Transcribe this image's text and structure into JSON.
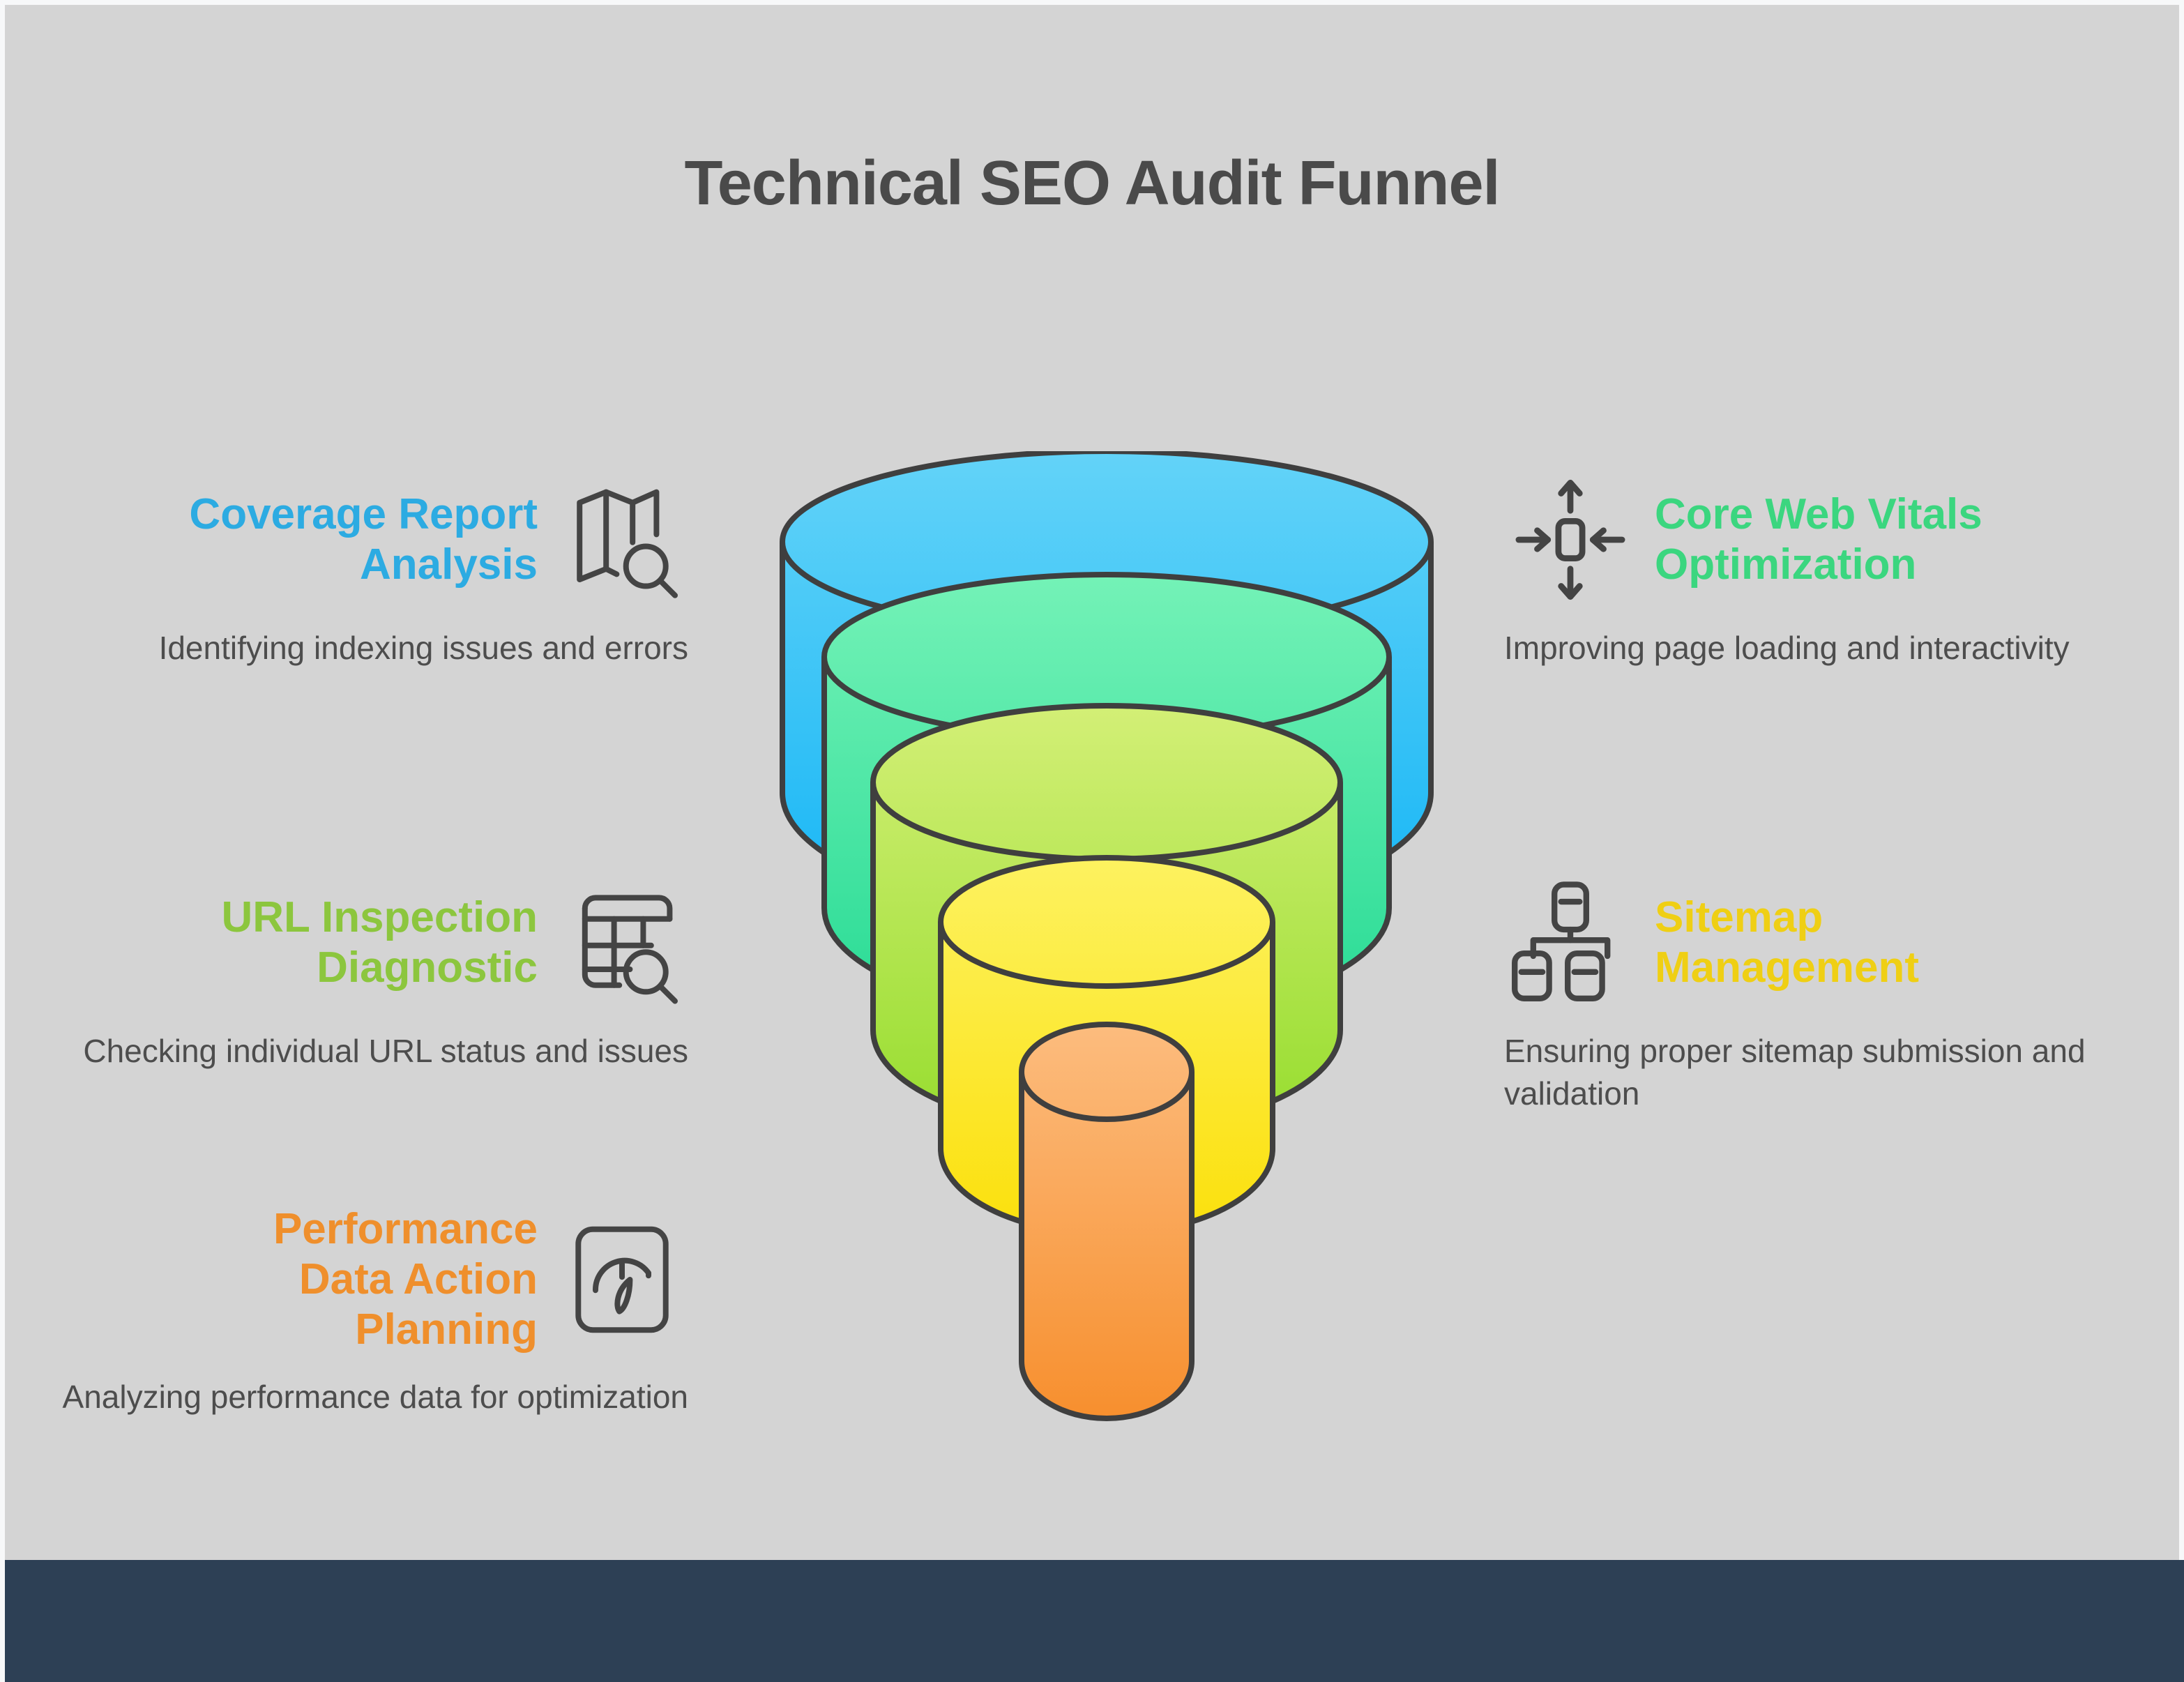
{
  "page": {
    "title": "Technical SEO Audit Funnel",
    "background": "#d4d4d4",
    "footer_color": "#2d4055",
    "title_color": "#4a4a4a",
    "outline_color": "#3f3f3f"
  },
  "left_items": [
    {
      "key": "coverage",
      "title": "Coverage Report Analysis",
      "title_line1": "Coverage Report",
      "title_line2": "Analysis",
      "desc": "Identifying indexing issues and errors",
      "color": "#2cabe2",
      "icon": "map-search-icon"
    },
    {
      "key": "url",
      "title": "URL Inspection Diagnostic",
      "title_line1": "URL Inspection",
      "title_line2": "Diagnostic",
      "desc": "Checking individual URL status and issues",
      "color": "#8cc63e",
      "icon": "table-search-icon"
    },
    {
      "key": "performance",
      "title": "Performance Data Action Planning",
      "title_line1": "Performance",
      "title_line2": "Data Action",
      "title_line3": "Planning",
      "desc": "Analyzing performance data for optimization",
      "color": "#ef8f2c",
      "icon": "gauge-icon"
    }
  ],
  "right_items": [
    {
      "key": "vitals",
      "title": "Core Web Vitals Optimization",
      "title_line1": "Core Web Vitals",
      "title_line2": "Optimization",
      "desc": "Improving page loading and interactivity",
      "color": "#3bd67f",
      "icon": "resize-arrows-icon"
    },
    {
      "key": "sitemap",
      "title": "Sitemap Management",
      "title_line1": "Sitemap",
      "title_line2": "Management",
      "desc": "Ensuring proper sitemap submission and validation",
      "color": "#efcf14",
      "icon": "sitemap-hierarchy-icon"
    }
  ],
  "funnel": {
    "name": "technical-seo-audit-funnel",
    "levels": [
      {
        "index": 1,
        "label": "Coverage Report Analysis",
        "color_top": "#63d3f8",
        "color_bottom": "#1cb8f2"
      },
      {
        "index": 2,
        "label": "Core Web Vitals Optimization",
        "color_top": "#6cf0b4",
        "color_bottom": "#2ddd98"
      },
      {
        "index": 3,
        "label": "URL Inspection Diagnostic",
        "color_top": "#cdee72",
        "color_bottom": "#9ade35"
      },
      {
        "index": 4,
        "label": "Sitemap Management",
        "color_top": "#fcf05c",
        "color_bottom": "#fbe112"
      },
      {
        "index": 5,
        "label": "Performance Data Action Planning",
        "color_top": "#fab878",
        "color_bottom": "#f79133"
      }
    ]
  }
}
